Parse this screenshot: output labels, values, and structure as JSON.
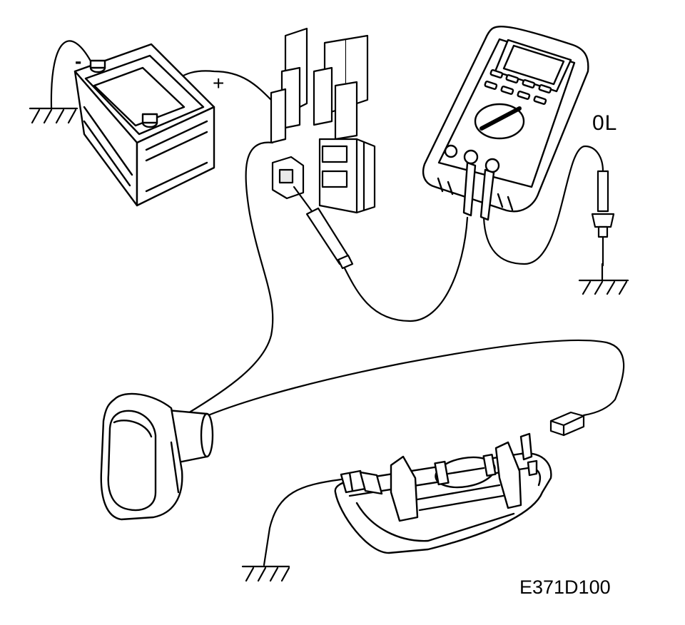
{
  "labels": {
    "battery_negative": "-",
    "battery_positive": "+",
    "meter_reading": "0L",
    "figure_code": "E371D100"
  },
  "colors": {
    "ink": "#000000",
    "paper": "#ffffff",
    "shade": "#e9e9e9"
  },
  "components": [
    "battery",
    "fuse-box",
    "multimeter",
    "test-probe",
    "switch",
    "lamp-housing",
    "connector-plug",
    "ground-symbol"
  ]
}
